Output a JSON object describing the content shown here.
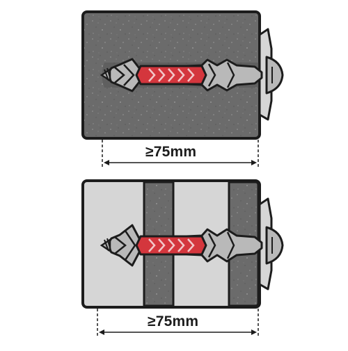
{
  "diagrams": [
    {
      "id": "solid-base-material",
      "base_material": "solid",
      "embedment_depth_label": "≥75mm"
    },
    {
      "id": "hollow-base-material",
      "base_material": "hollow",
      "embedment_depth_label": "≥75mm"
    }
  ],
  "colors": {
    "outline": "#1c1c1c",
    "concrete": "#6b6b6b",
    "hollow_chamber": "#d6d6d6",
    "anchor_grey": "#b9b9b9",
    "anchor_red": "#d4363d",
    "background": "#ffffff"
  }
}
